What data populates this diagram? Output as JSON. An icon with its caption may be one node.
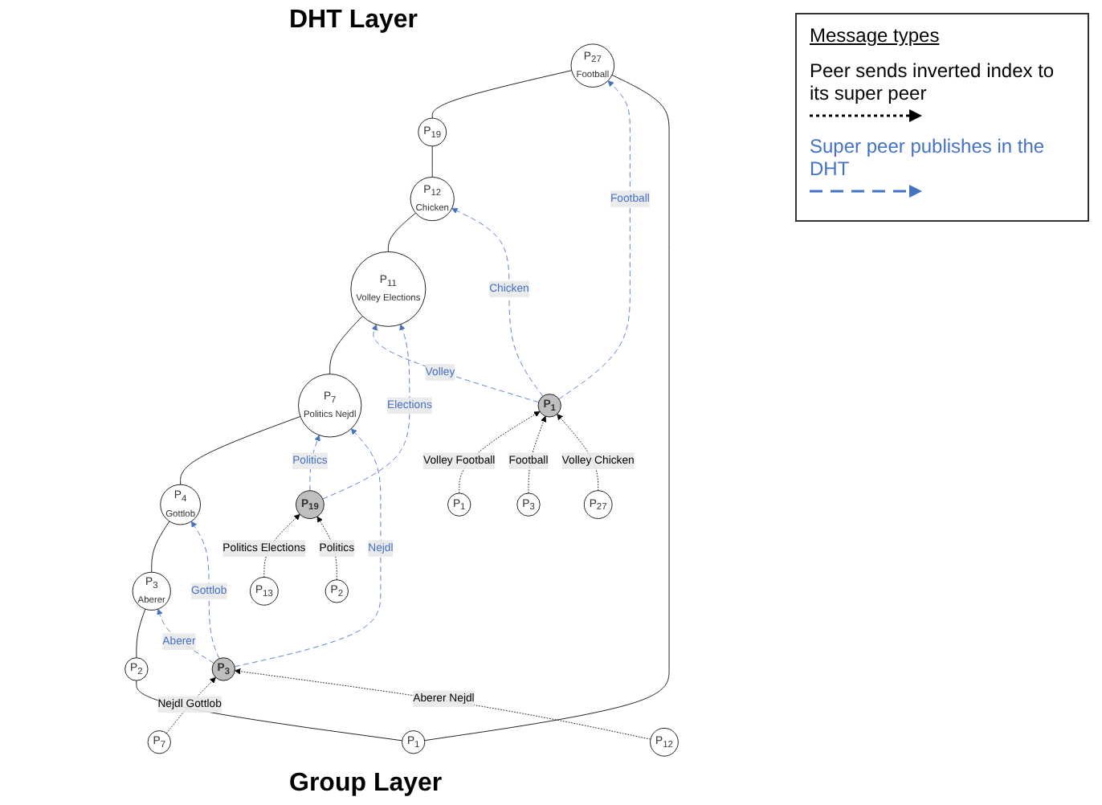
{
  "diagram": {
    "nodes": [
      {
        "text": [
          "P$_{1}$"
        ]
      },
      {
        "text": [
          "P$_{2}$"
        ]
      },
      {
        "text": [
          "P$_{3}$",
          "Aberer"
        ]
      },
      {
        "text": [
          "P$_{27}$",
          "Football"
        ]
      },
      {
        "text": [
          "P$_{4}$",
          "Gottlob"
        ]
      },
      {
        "text": [
          "P$_{19}$"
        ]
      },
      {
        "text": [
          "P$_{12}$",
          "Chicken"
        ]
      },
      {
        "text": [
          "P$_{7}$",
          "Politics Nejdl"
        ]
      },
      {
        "text": [
          "P$_{11}$",
          "Volley Elections"
        ]
      },
      {
        "text": [
          "P$_{1}$"
        ]
      },
      {
        "text": [
          "P$_{19}$"
        ]
      },
      {
        "text": [
          "P$_{3}$"
        ]
      },
      {
        "text": [
          "P$_{1}$"
        ]
      },
      {
        "text": [
          "P$_{3}$"
        ]
      },
      {
        "text": [
          "P$_{27}$"
        ]
      },
      {
        "text": [
          "P$_{13}$"
        ]
      },
      {
        "text": [
          "P$_{2}$"
        ]
      },
      {
        "text": [
          "P$_{7}$"
        ]
      },
      {
        "text": [
          "P$_{12}$"
        ]
      }
    ],
    "edges": [
      {
        "from": 0,
        "to": 1,
        "arrow": "none"
      },
      {
        "from": 1,
        "to": 2,
        "arrow": "none"
      },
      {
        "from": 2,
        "to": 4,
        "arrow": "none"
      },
      {
        "from": 4,
        "to": 7,
        "arrow": "none"
      },
      {
        "from": 7,
        "to": 8,
        "arrow": "none"
      },
      {
        "from": 8,
        "to": 6,
        "arrow": "none"
      },
      {
        "from": 6,
        "to": 5,
        "arrow": "none"
      },
      {
        "from": 5,
        "to": 3,
        "arrow": "none"
      },
      {
        "from": 3,
        "to": 0,
        "arrow": "none"
      },
      {
        "from": 9,
        "to": 3,
        "arrow": "to",
        "label": "Football",
        "style": "dashed",
        "color": "#4472c4"
      },
      {
        "from": 9,
        "to": 6,
        "arrow": "to",
        "label": "Chicken",
        "style": "dashed",
        "color": "#4472c4"
      },
      {
        "from": 9,
        "to": 8,
        "arrow": "to",
        "label": "Volley",
        "style": "dashed",
        "color": "#4472c4"
      },
      {
        "from": 10,
        "to": 8,
        "arrow": "to",
        "label": "Elections",
        "style": "dashed",
        "color": "#4472c4"
      },
      {
        "from": 10,
        "to": 7,
        "arrow": "to",
        "label": "Politics",
        "style": "dashed",
        "color": "#4472c4"
      },
      {
        "from": 11,
        "to": 7,
        "arrow": "to",
        "label": "Nejdl",
        "style": "dashed",
        "color": "#4472c4"
      },
      {
        "from": 11,
        "to": 4,
        "arrow": "to",
        "label": "Gottlob",
        "style": "dashed",
        "color": "#4472c4"
      },
      {
        "from": 11,
        "to": 2,
        "arrow": "to",
        "label": "Aberer",
        "style": "dashed",
        "color": "#4472c4"
      },
      {
        "from": 12,
        "to": 9,
        "arrow": "to",
        "label": "Volley Football",
        "style": "dashed"
      },
      {
        "from": 13,
        "to": 9,
        "arrow": "to",
        "label": "Football",
        "style": "dashed"
      },
      {
        "from": 14,
        "to": 9,
        "arrow": "to",
        "label": "Volley Chicken",
        "style": "dashed"
      },
      {
        "from": 15,
        "to": 10,
        "arrow": "to",
        "label": "Politics Elections",
        "style": "dashed"
      },
      {
        "from": 16,
        "to": 10,
        "arrow": "to",
        "label": "Politics",
        "style": "dashed"
      },
      {
        "from": 17,
        "to": 11,
        "arrow": "to",
        "label": "Nejdl Gottlob",
        "style": "dashed"
      },
      {
        "from": 18,
        "to": 11,
        "arrow": "to",
        "label": "Aberer Nejdl",
        "style": "dashed"
      }
    ],
    "labels": [
      "DHT Layer",
      "Message types",
      "Group Layer"
    ],
    "legend": [
      {
        "text": "Peer sends inverted index to its super peer"
      },
      {
        "text": "Super peer publishes in the DHT"
      }
    ]
  }
}
